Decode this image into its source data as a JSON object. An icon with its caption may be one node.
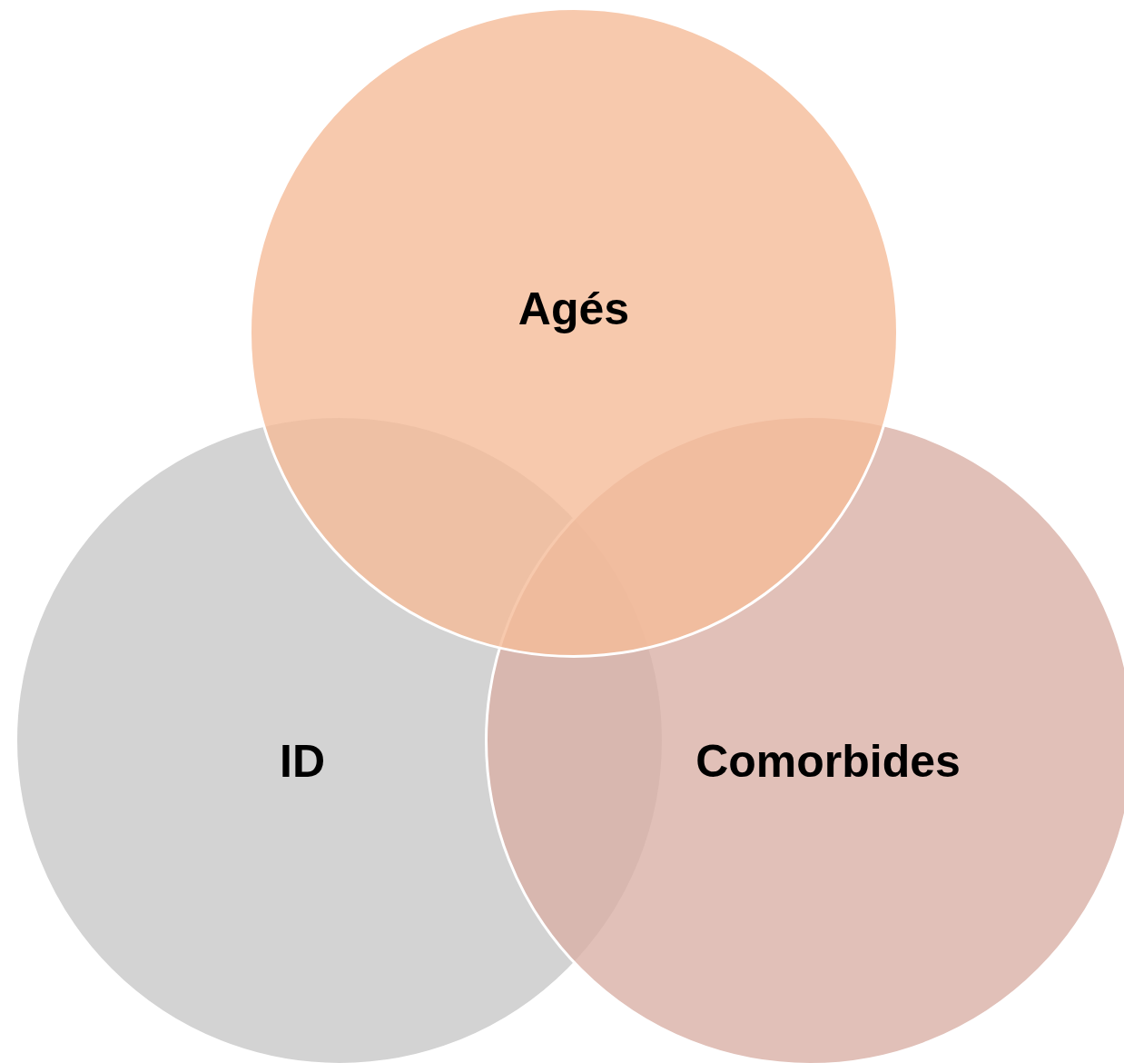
{
  "diagram": {
    "nodes": [
      {
        "text": [
          "Agés"
        ]
      },
      {
        "text": [
          "ID"
        ]
      },
      {
        "text": [
          "Comorbides"
        ]
      }
    ]
  }
}
